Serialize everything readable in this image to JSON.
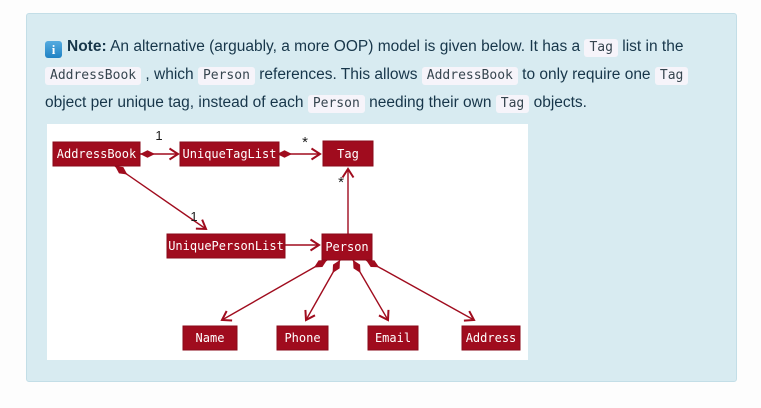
{
  "theme": {
    "note_bg": "#d8ebf1",
    "note_border": "#c3dee7",
    "note_text": "#17364a",
    "code_bg": "#f6f4fa",
    "code_text": "#36454f",
    "icon_blue_top": "#55abe0",
    "icon_blue_bottom": "#1f82c4",
    "uml_red": "#a00c1e",
    "uml_red_dark": "#8a0a19",
    "uml_label": "#1b1b1b",
    "diagram_bg": "#ffffff"
  },
  "note": {
    "info_icon": "i",
    "label": "Note:",
    "segments": [
      {
        "t": "text",
        "v": "An alternative (arguably, a more OOP) model is given below. It has a "
      },
      {
        "t": "code",
        "v": "Tag"
      },
      {
        "t": "text",
        "v": " list in the "
      },
      {
        "t": "code",
        "v": "AddressBook"
      },
      {
        "t": "text",
        "v": " , which "
      },
      {
        "t": "code",
        "v": "Person"
      },
      {
        "t": "text",
        "v": " references. This allows "
      },
      {
        "t": "code",
        "v": "AddressBook"
      },
      {
        "t": "text",
        "v": " to only require one "
      },
      {
        "t": "code",
        "v": "Tag"
      },
      {
        "t": "text",
        "v": " object per unique tag, instead of each "
      },
      {
        "t": "code",
        "v": "Person"
      },
      {
        "t": "text",
        "v": " needing their own "
      },
      {
        "t": "code",
        "v": "Tag"
      },
      {
        "t": "text",
        "v": " objects."
      }
    ]
  },
  "diagram": {
    "type": "uml-class-diagram",
    "nodes": [
      {
        "id": "addressbook",
        "label": "AddressBook"
      },
      {
        "id": "uniquetaglist",
        "label": "UniqueTagList"
      },
      {
        "id": "tag",
        "label": "Tag"
      },
      {
        "id": "uniquepersonlist",
        "label": "UniquePersonList"
      },
      {
        "id": "person",
        "label": "Person"
      },
      {
        "id": "name",
        "label": "Name"
      },
      {
        "id": "phone",
        "label": "Phone"
      },
      {
        "id": "email",
        "label": "Email"
      },
      {
        "id": "address",
        "label": "Address"
      }
    ],
    "edges": [
      {
        "from": "AddressBook",
        "to": "UniqueTagList",
        "type": "composition-arrow",
        "label": "1"
      },
      {
        "from": "UniqueTagList",
        "to": "Tag",
        "type": "composition-arrow",
        "label": "*"
      },
      {
        "from": "AddressBook",
        "to": "UniquePersonList",
        "type": "composition-arrow",
        "label": "1"
      },
      {
        "from": "UniquePersonList",
        "to": "Person",
        "type": "arrow",
        "label": ""
      },
      {
        "from": "Person",
        "to": "Tag",
        "type": "arrow",
        "label": "*"
      },
      {
        "from": "Person",
        "to": "Name",
        "type": "composition-arrow",
        "label": ""
      },
      {
        "from": "Person",
        "to": "Phone",
        "type": "composition-arrow",
        "label": ""
      },
      {
        "from": "Person",
        "to": "Email",
        "type": "composition-arrow",
        "label": ""
      },
      {
        "from": "Person",
        "to": "Address",
        "type": "composition-arrow",
        "label": ""
      }
    ]
  }
}
